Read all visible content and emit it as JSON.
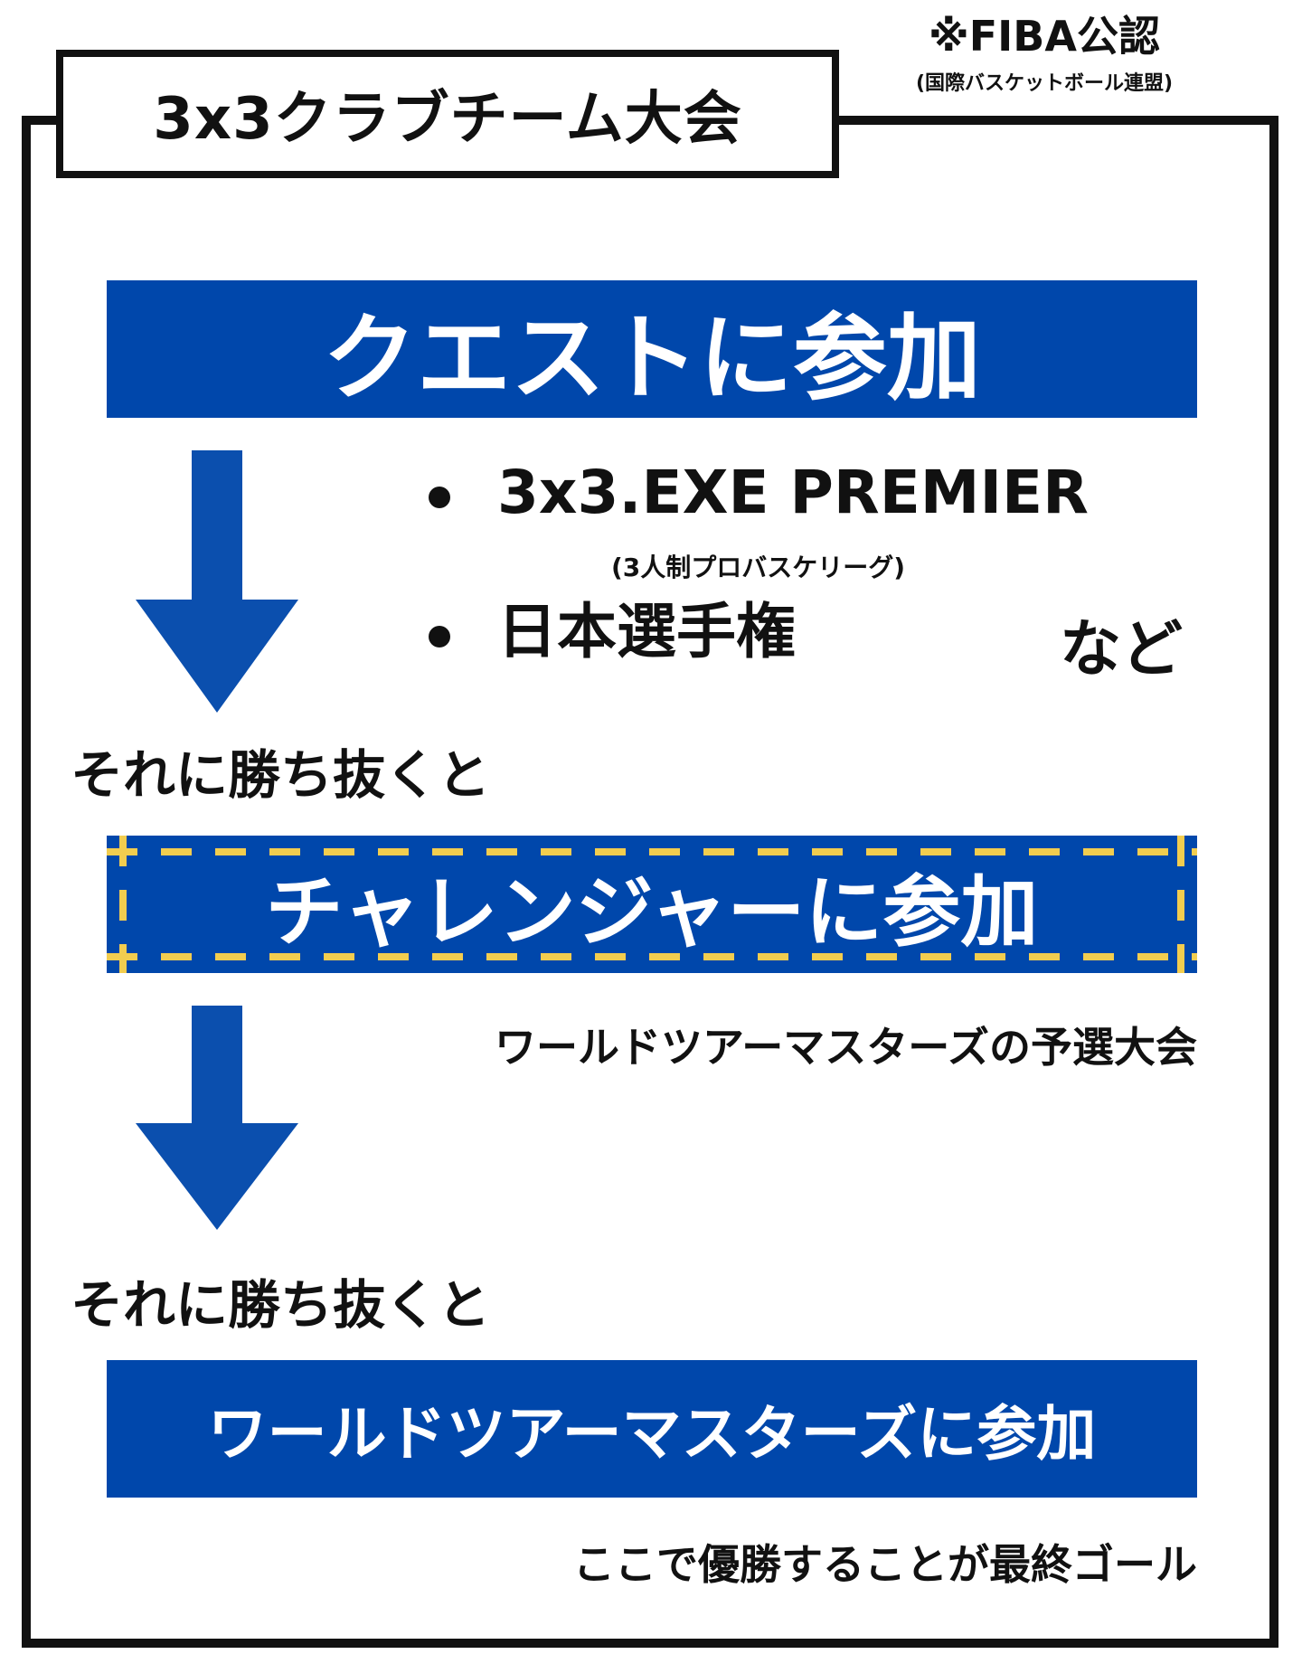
{
  "title": "3x3クラブチーム大会",
  "fiba_note": {
    "main": "※FIBA公認",
    "sub": "(国際バスケットボール連盟)"
  },
  "steps": [
    {
      "banner": "クエストに参加",
      "bullets": [
        {
          "label": "3x3.EXE PREMIER",
          "sub": "(3人制プロバスケリーグ)"
        },
        {
          "label": "日本選手権"
        }
      ],
      "suffix": "など"
    },
    {
      "banner": "チャレンジャーに参加",
      "caption": "ワールドツアーマスターズの予選大会"
    },
    {
      "banner": "ワールドツアーマスターズに参加",
      "caption": "ここで優勝することが最終ゴール"
    }
  ],
  "connector_text": "それに勝ち抜くと",
  "colors": {
    "banner_blue": "#0047ab",
    "arrow_blue": "#0b4fae",
    "dash_yellow": "#f2cd4f",
    "frame_black": "#111111"
  },
  "icons": [
    "down-arrow-icon",
    "bullet-dot-icon"
  ]
}
